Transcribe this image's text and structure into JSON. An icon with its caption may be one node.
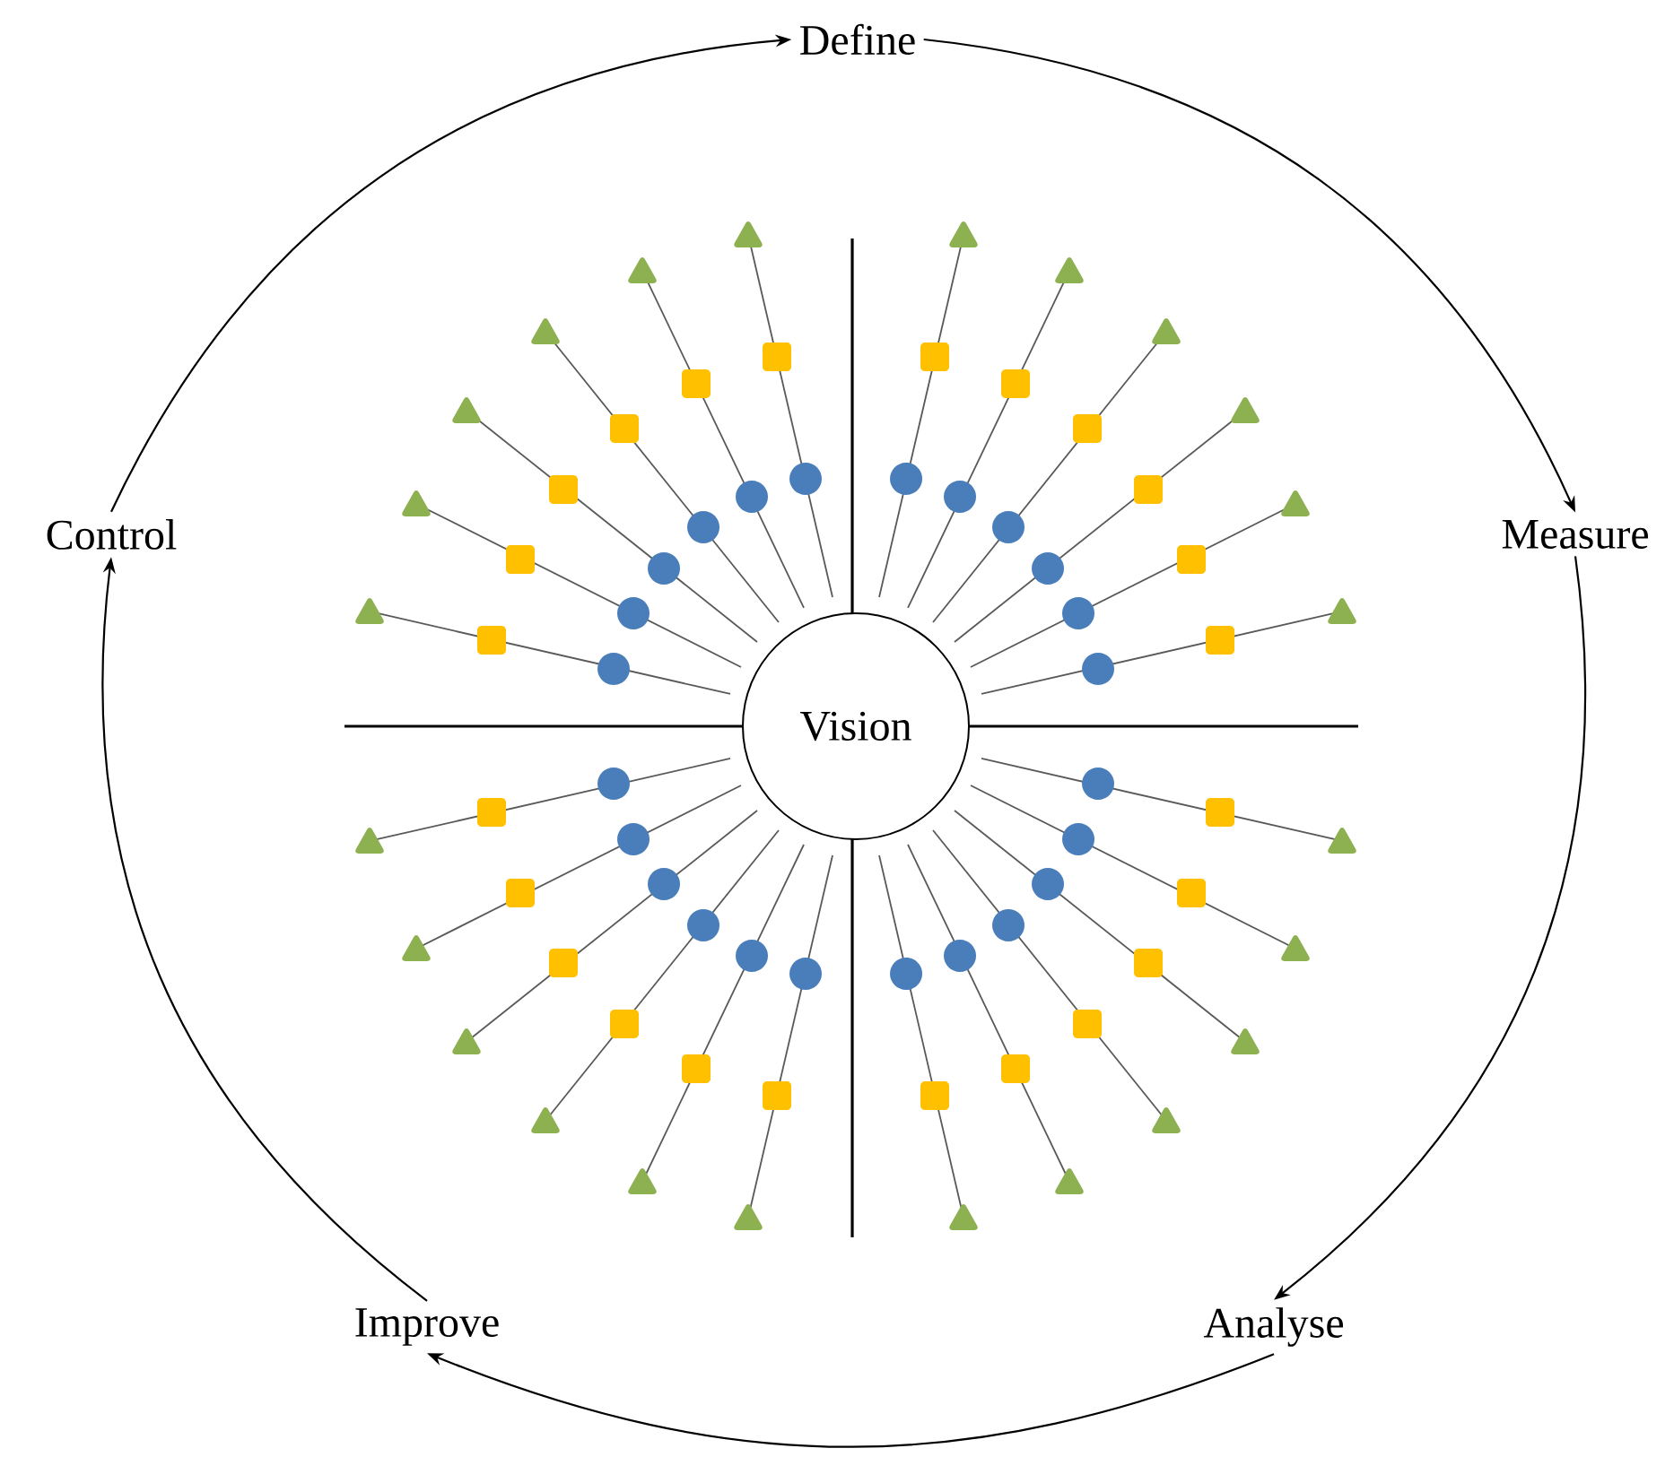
{
  "diagram": {
    "nodes": [
      {
        "text": [
          "Define"
        ]
      },
      {
        "text": [
          "Measure"
        ]
      },
      {
        "text": [
          "Analyse"
        ]
      },
      {
        "text": [
          "Improve"
        ]
      },
      {
        "text": [
          "Control"
        ]
      },
      {
        "text": [
          "Vision"
        ]
      }
    ],
    "edges": [
      {
        "from": 0,
        "to": 1,
        "arrow": "to"
      },
      {
        "from": 1,
        "to": 2,
        "arrow": "to"
      },
      {
        "from": 2,
        "to": 3,
        "arrow": "to"
      },
      {
        "from": 3,
        "to": 4,
        "arrow": "to"
      },
      {
        "from": 4,
        "to": 0,
        "arrow": "to"
      }
    ]
  }
}
